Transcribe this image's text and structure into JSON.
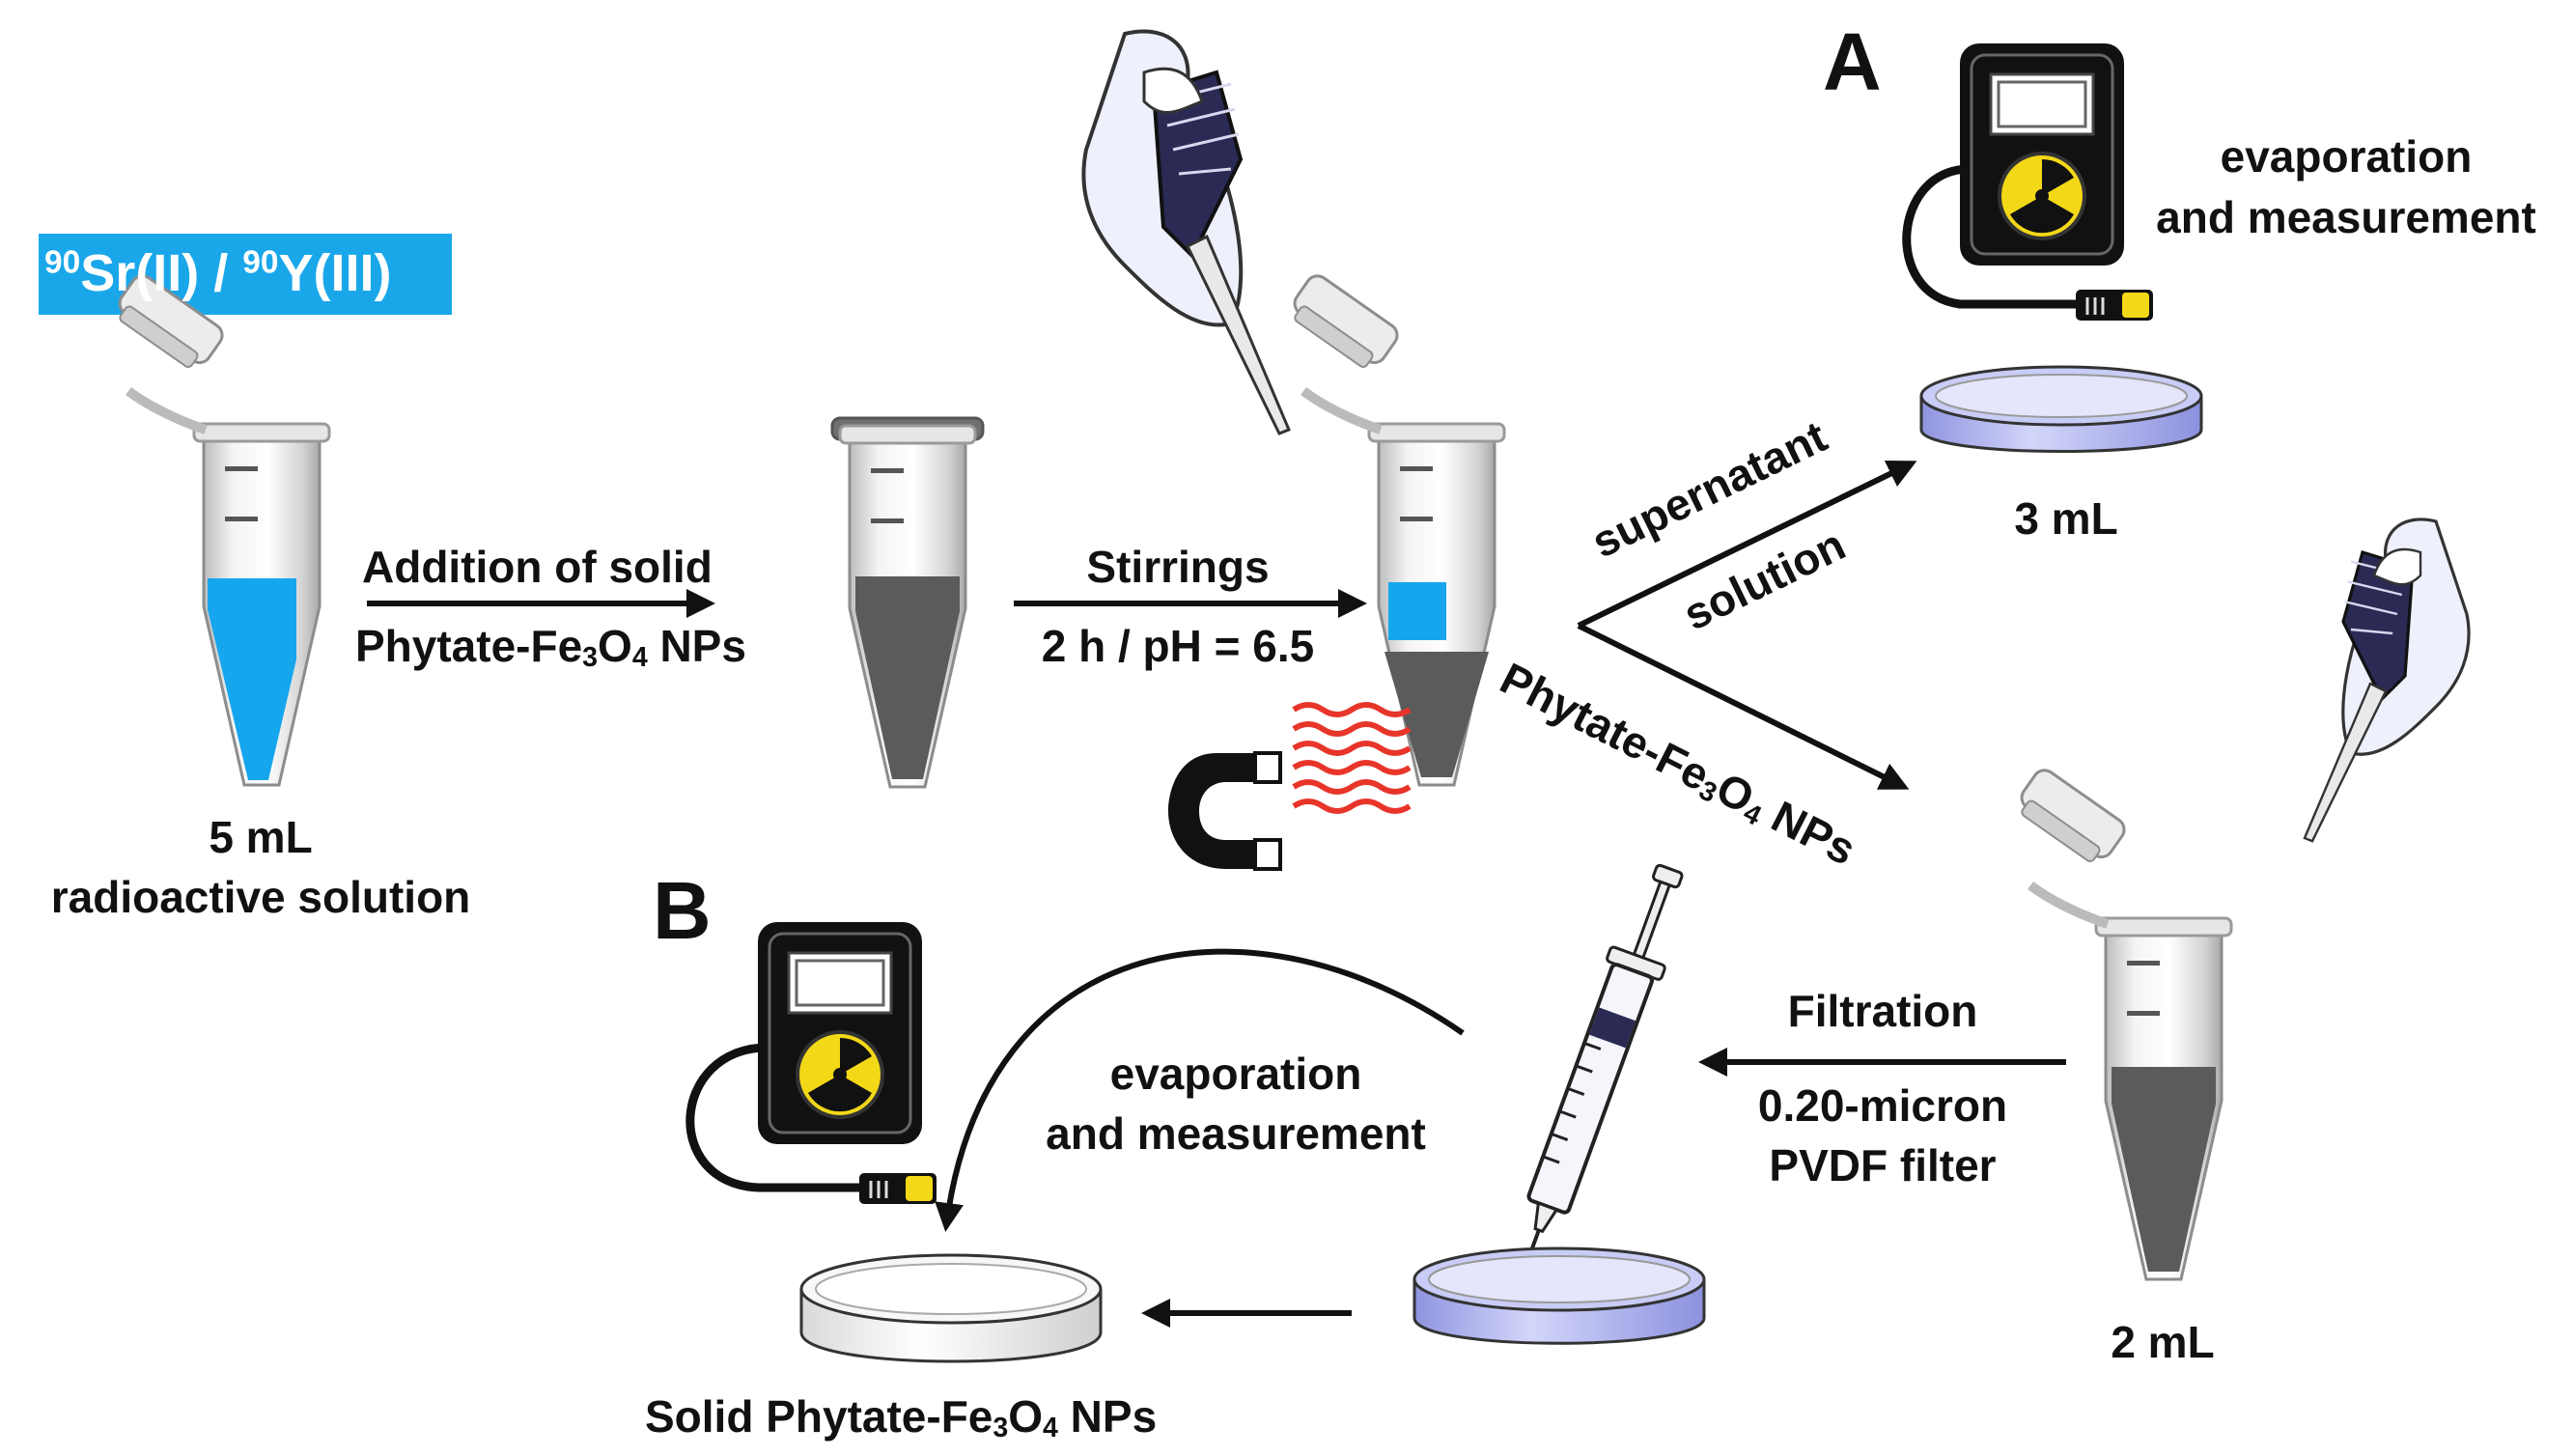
{
  "isotope_badge": {
    "mass": "90",
    "el1": "Sr(II) / ",
    "mass2": "90",
    "el2": "Y(III)",
    "bg": "#1aa7ea"
  },
  "panel_a": "A",
  "panel_b": "B",
  "start": {
    "volume": "5 mL",
    "desc": "radioactive solution"
  },
  "step1": {
    "line1": "Addition of solid",
    "line2_pre": "Phytate-Fe",
    "sub1": "3",
    "mid": "O",
    "sub2": "4",
    "post": " NPs"
  },
  "step2": {
    "line1": "Stirrings",
    "line2": "2 h / pH = 6.5"
  },
  "branch_up": {
    "line1": "supernatant",
    "line2": "solution"
  },
  "branch_down": {
    "pre": "Phytate-Fe",
    "sub1": "3",
    "mid": "O",
    "sub2": "4",
    "post": " NPs"
  },
  "dish_a_volume": "3 mL",
  "measure_a": {
    "line1": "evaporation",
    "line2": "and measurement"
  },
  "tube4_volume": "2 mL",
  "filtration": {
    "line1": "Filtration",
    "line2": "0.20-micron",
    "line3": "PVDF filter"
  },
  "measure_b": {
    "line1": "evaporation",
    "line2": "and measurement"
  },
  "final": {
    "pre": "Solid Phytate-Fe",
    "sub1": "3",
    "mid": "O",
    "sub2": "4",
    "post": " NPs"
  },
  "colors": {
    "liquid_blue": "#16a6ee",
    "particles": "#5b5b5b",
    "dish_liquid": "#aeb2ee",
    "magnet_field": "#e8352a",
    "detector_screen": "#f3d817"
  }
}
